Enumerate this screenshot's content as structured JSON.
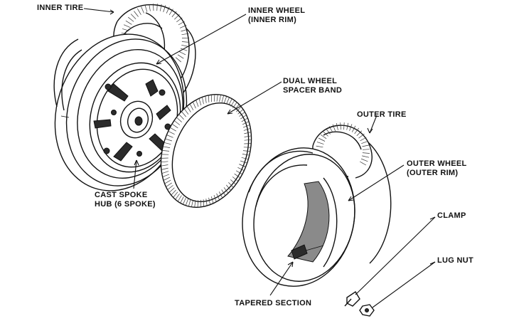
{
  "labels": {
    "inner_tire": "INNER TIRE",
    "inner_wheel_l1": "INNER WHEEL",
    "inner_wheel_l2": "(INNER RIM)",
    "spacer_l1": "DUAL WHEEL",
    "spacer_l2": "SPACER BAND",
    "outer_tire": "OUTER TIRE",
    "outer_wheel_l1": "OUTER WHEEL",
    "outer_wheel_l2": "(OUTER RIM)",
    "clamp": "CLAMP",
    "lug_nut": "LUG NUT",
    "hub_l1": "CAST SPOKE",
    "hub_l2": "HUB (6 SPOKE)",
    "tapered": "TAPERED SECTION"
  },
  "colors": {
    "ink": "#111111",
    "background": "#ffffff",
    "shade": "#2b2b2b",
    "tapered_fill": "#8a8a8a"
  }
}
